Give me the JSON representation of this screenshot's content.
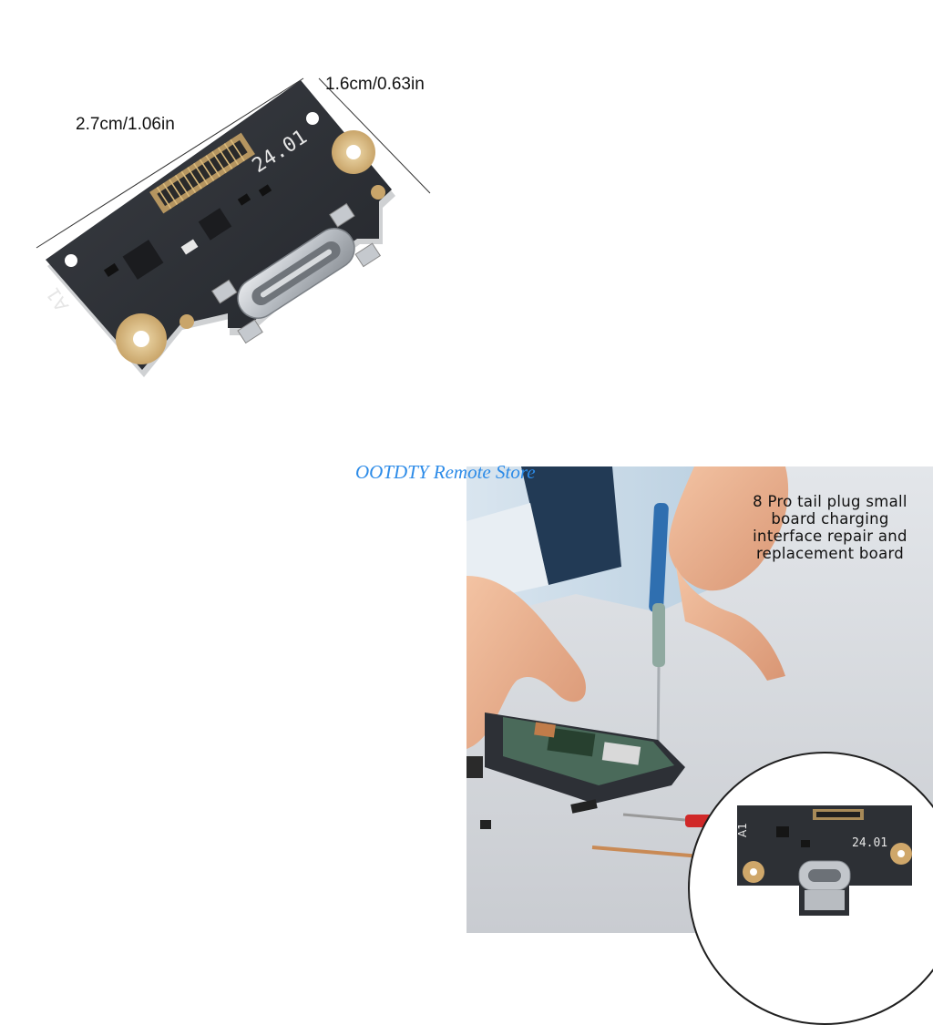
{
  "top_product": {
    "dimension_width": "2.7cm/1.06in",
    "dimension_height": "1.6cm/0.63in",
    "board_marking_code": "24.01",
    "board_marking_label": "A1"
  },
  "watermark": "OOTDTY Remote Store",
  "caption_lines": [
    "8 Pro tail plug small",
    "board charging",
    "interface repair and",
    "replacement board"
  ],
  "inset_board": {
    "marking_code": "24.01",
    "marking_label": "A1"
  }
}
